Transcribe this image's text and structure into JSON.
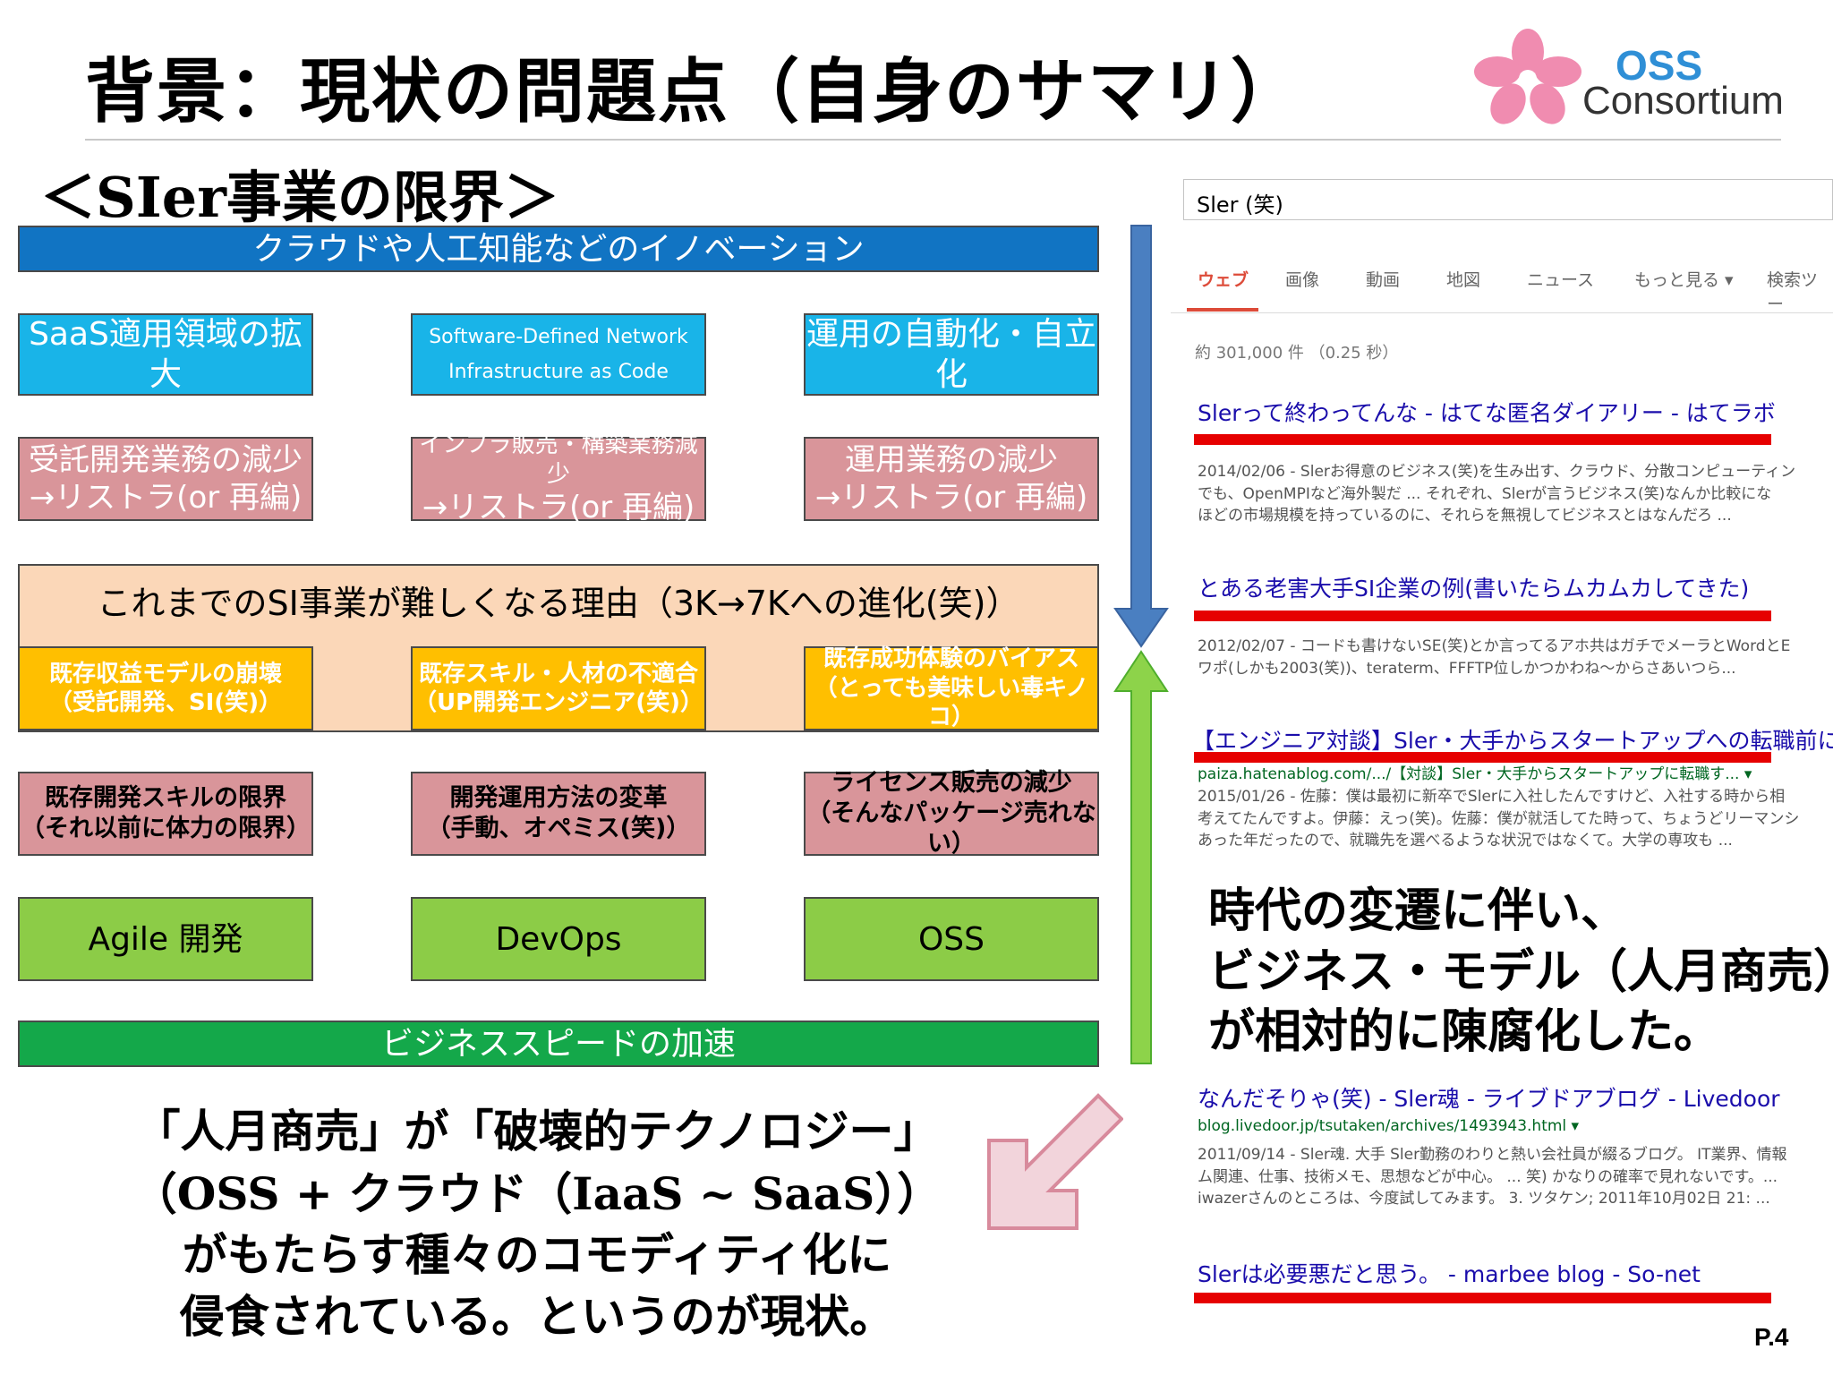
{
  "title": "背景：現状の問題点（自身のサマリ）",
  "logo": {
    "line1": "OSS",
    "line2": "Consortium"
  },
  "subtitle": "＜SIer事業の限界＞",
  "diagram": {
    "top_bar": "クラウドや人工知能などのイノベーション",
    "row_cyan": [
      {
        "line1": "SaaS適用領域の拡大",
        "line2": ""
      },
      {
        "line1": "Software-Defined Network",
        "line2": "Infrastructure as Code"
      },
      {
        "line1": "運用の自動化・自立化",
        "line2": ""
      }
    ],
    "row_pink": [
      {
        "line1": "受託開発業務の減少",
        "line2": "→リストラ(or 再編)"
      },
      {
        "line1": "インフラ販売・構築業務減少",
        "line2": "→リストラ(or 再編)"
      },
      {
        "line1": "運用業務の減少",
        "line2": "→リストラ(or 再編)"
      }
    ],
    "reason_title": "これまでのSI事業が難しくなる理由（3K→7Kへの進化(笑)）",
    "row_yellow": [
      {
        "line1": "既存収益モデルの崩壊",
        "line2": "（受託開発、SI(笑)）"
      },
      {
        "line1": "既存スキル・人材の不適合",
        "line2": "（UP開発エンジニア(笑)）"
      },
      {
        "line1": "既存成功体験のバイアス",
        "line2": "（とっても美味しい毒キノコ）"
      }
    ],
    "row_pink2": [
      {
        "line1": "既存開発スキルの限界",
        "line2": "（それ以前に体力の限界）"
      },
      {
        "line1": "開発運用方法の変革",
        "line2": "（手動、オペミス(笑)）"
      },
      {
        "line1": "ライセンス販売の減少",
        "line2": "（そんなパッケージ売れない）"
      }
    ],
    "row_green": [
      "Agile 開発",
      "DevOps",
      "OSS"
    ],
    "bottom_bar": "ビジネススピードの加速"
  },
  "search": {
    "query": "Sler (笑)",
    "tabs": [
      "ウェブ",
      "画像",
      "動画",
      "地図",
      "ニュース",
      "もっと見る ▾",
      "検索ツー"
    ],
    "stats": "約 301,000 件 （0.25 秒）",
    "results": [
      {
        "title": "Slerって終わってんな - はてな匿名ダイアリー - はてラボ",
        "url": "",
        "snippet": [
          "2014/02/06 - Slerお得意のビジネス(笑)を生み出す、クラウド、分散コンピューティン",
          "でも、OpenMPIなど海外製だ ... それぞれ、Slerが言うビジネス(笑)なんか比較にな",
          "ほどの市場規模を持っているのに、それらを無視してビジネスとはなんだろ ..."
        ]
      },
      {
        "title": "とある老害大手SI企業の例(書いたらムカムカしてきた)",
        "url": "",
        "snippet": [
          "2012/02/07 - コードも書けないSE(笑)とか言ってるアホ共はガチでメーラとWordとE",
          "ワポ(しかも2003(笑))、teraterm、FFFTP位しかつかわね～からさあいつら..."
        ]
      },
      {
        "title": "【エンジニア対談】Sler・大手からスタートアップへの転職前に知",
        "url": "paiza.hatenablog.com/.../【対談】Sler・大手からスタートアップに転職す... ▾",
        "snippet": [
          "2015/01/26 - 佐藤：僕は最初に新卒でSlerに入社したんですけど、入社する時から相",
          "考えてたんですよ。伊藤：えっ(笑)。佐藤：僕が就活してた時って、ちょうどリーマンシ",
          "あった年だったので、就職先を選べるような状況ではなくて。大学の専攻も ..."
        ]
      },
      {
        "title": "なんだそりゃ(笑) - Sler魂 - ライブドアブログ - Livedoor",
        "url": "blog.livedoor.jp/tsutaken/archives/1493943.html ▾",
        "snippet": [
          "2011/09/14 - Sler魂. 大手 Sler勤務のわりと熱い会社員が綴るブログ。 IT業界、情報",
          "ム関連、仕事、技術メモ、思想などが中心。 ... 笑) かなりの確率で見れないです。...",
          "iwazerさんのところは、今度試してみます。 3. ツタケン; 2011年10月02日 21: ..."
        ]
      },
      {
        "title": "Slerは必要悪だと思う。 - marbee blog - So-net",
        "url": "",
        "snippet": []
      }
    ]
  },
  "right_message": [
    "時代の変遷に伴い、",
    "ビジネス・モデル（人月商売）",
    "が相対的に陳腐化した。"
  ],
  "bottom_message": [
    "「人月商売」が「破壊的テクノロジー」",
    "（OSS + クラウド（IaaS ~ SaaS））",
    "がもたらす種々のコモディティ化に",
    "侵食されている。というのが現状。"
  ],
  "page_number": "P.4",
  "colors": {
    "blue_bar": "#1174c3",
    "cyan": "#19b4e8",
    "pink": "#d9959a",
    "yellow": "#ffbf00",
    "light_green": "#8ccc47",
    "green_bar": "#14a84a",
    "peach": "#fbd7b8",
    "link": "#1a0dab",
    "highlight": "#e60000"
  }
}
